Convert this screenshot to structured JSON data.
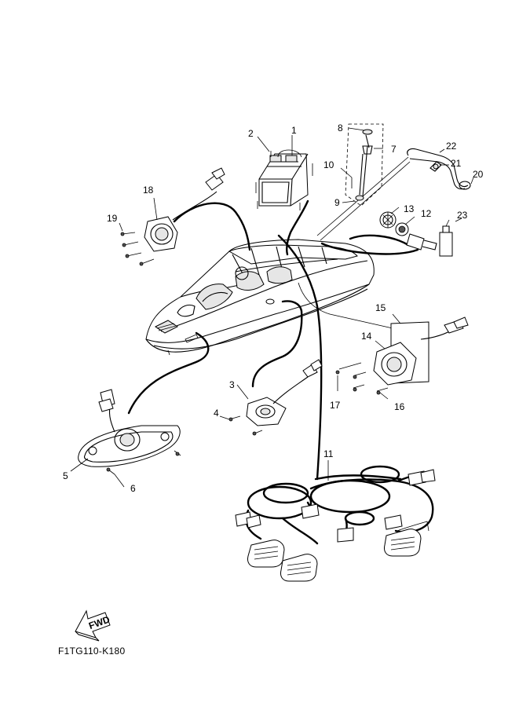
{
  "diagram": {
    "figure_code": "F1TG110-K180",
    "fwd_label": "FWD",
    "callouts": {
      "c1": "1",
      "c2": "2",
      "c3": "3",
      "c4": "4",
      "c5": "5",
      "c6": "6",
      "c7": "7",
      "c8": "8",
      "c9": "9",
      "c10": "10",
      "c11": "11",
      "c12": "12",
      "c13": "13",
      "c14": "14",
      "c15": "15",
      "c16": "16",
      "c17": "17",
      "c18": "18",
      "c19": "19",
      "c20": "20",
      "c21": "21",
      "c22": "22",
      "c23": "23"
    }
  }
}
